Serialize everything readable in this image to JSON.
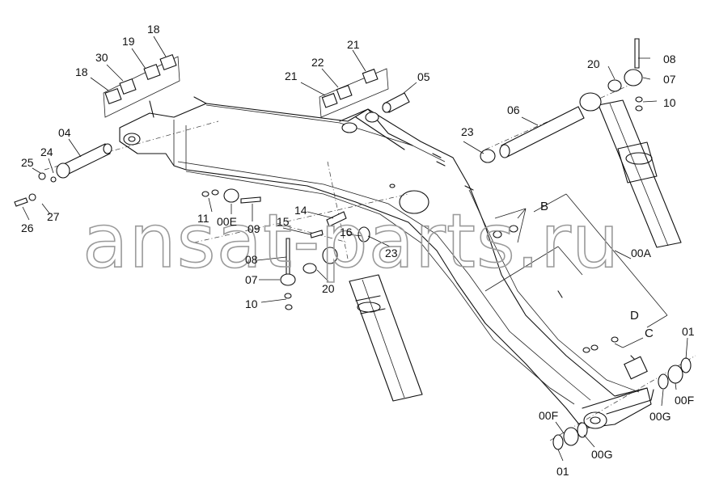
{
  "watermark": "ansat-parts.ru",
  "labels": [
    {
      "id": "l18a",
      "text": "18"
    },
    {
      "id": "l30",
      "text": "30"
    },
    {
      "id": "l19",
      "text": "19"
    },
    {
      "id": "l18b",
      "text": "18"
    },
    {
      "id": "l21a",
      "text": "21"
    },
    {
      "id": "l22",
      "text": "22"
    },
    {
      "id": "l21b",
      "text": "21"
    },
    {
      "id": "l05",
      "text": "05"
    },
    {
      "id": "l04",
      "text": "04"
    },
    {
      "id": "l24",
      "text": "24"
    },
    {
      "id": "l25",
      "text": "25"
    },
    {
      "id": "l26",
      "text": "26"
    },
    {
      "id": "l27",
      "text": "27"
    },
    {
      "id": "l11",
      "text": "11"
    },
    {
      "id": "l00E",
      "text": "00E"
    },
    {
      "id": "l09",
      "text": "09"
    },
    {
      "id": "l14",
      "text": "14"
    },
    {
      "id": "l15",
      "text": "15"
    },
    {
      "id": "l16",
      "text": "16"
    },
    {
      "id": "l23a",
      "text": "23"
    },
    {
      "id": "l23b",
      "text": "23"
    },
    {
      "id": "l08a",
      "text": "08"
    },
    {
      "id": "l07a",
      "text": "07"
    },
    {
      "id": "l20a",
      "text": "20"
    },
    {
      "id": "l10a",
      "text": "10"
    },
    {
      "id": "l06",
      "text": "06"
    },
    {
      "id": "l20b",
      "text": "20"
    },
    {
      "id": "l08b",
      "text": "08"
    },
    {
      "id": "l07b",
      "text": "07"
    },
    {
      "id": "l10b",
      "text": "10"
    },
    {
      "id": "lB",
      "text": "B"
    },
    {
      "id": "l00A",
      "text": "00A"
    },
    {
      "id": "lD",
      "text": "D"
    },
    {
      "id": "lC",
      "text": "C"
    },
    {
      "id": "l01a",
      "text": "01"
    },
    {
      "id": "l00Fa",
      "text": "00F"
    },
    {
      "id": "l00Ga",
      "text": "00G"
    },
    {
      "id": "l00Fb",
      "text": "00F"
    },
    {
      "id": "l00Gb",
      "text": "00G"
    },
    {
      "id": "l01b",
      "text": "01"
    }
  ]
}
